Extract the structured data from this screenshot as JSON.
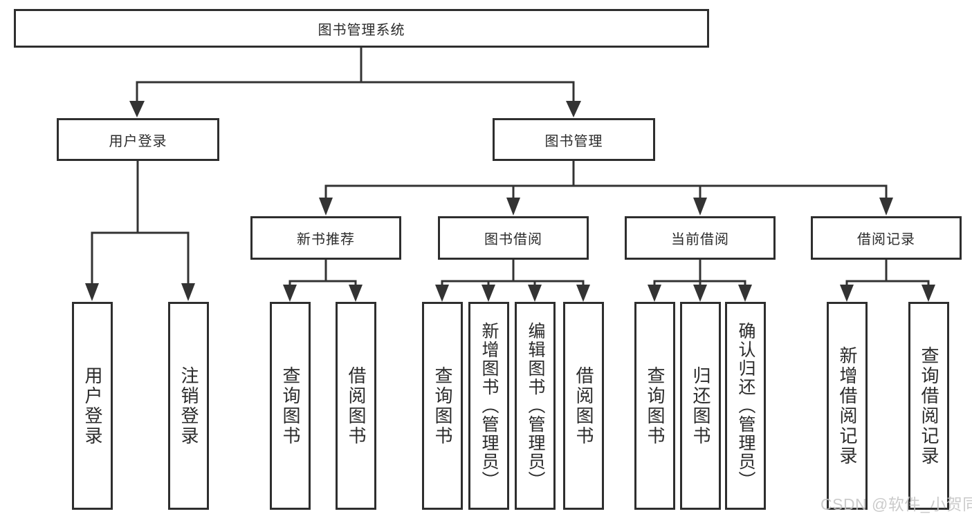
{
  "diagram": {
    "root": {
      "label": "图书管理系统"
    },
    "level1": [
      {
        "label": "用户登录",
        "children": [
          {
            "label": "用户登录"
          },
          {
            "label": "注销登录"
          }
        ]
      },
      {
        "label": "图书管理",
        "children": [
          {
            "label": "新书推荐",
            "children": [
              {
                "label": "查询图书"
              },
              {
                "label": "借阅图书"
              }
            ]
          },
          {
            "label": "图书借阅",
            "children": [
              {
                "label": "查询图书"
              },
              {
                "label": "新增图书（管理员）"
              },
              {
                "label": "编辑图书（管理员）"
              },
              {
                "label": "借阅图书"
              }
            ]
          },
          {
            "label": "当前借阅",
            "children": [
              {
                "label": "查询图书"
              },
              {
                "label": "归还图书"
              },
              {
                "label": "确认归还（管理员）"
              }
            ]
          },
          {
            "label": "借阅记录",
            "children": [
              {
                "label": "新增借阅记录"
              },
              {
                "label": "查询借阅记录"
              }
            ]
          }
        ]
      }
    ]
  },
  "watermark": {
    "text": "CSDN @软件_小贺同学"
  },
  "colors": {
    "line": "#333333",
    "border": "#2e2e2e",
    "text": "#2b2b2b",
    "watermark": "#c4c4c4",
    "background": "#ffffff"
  }
}
